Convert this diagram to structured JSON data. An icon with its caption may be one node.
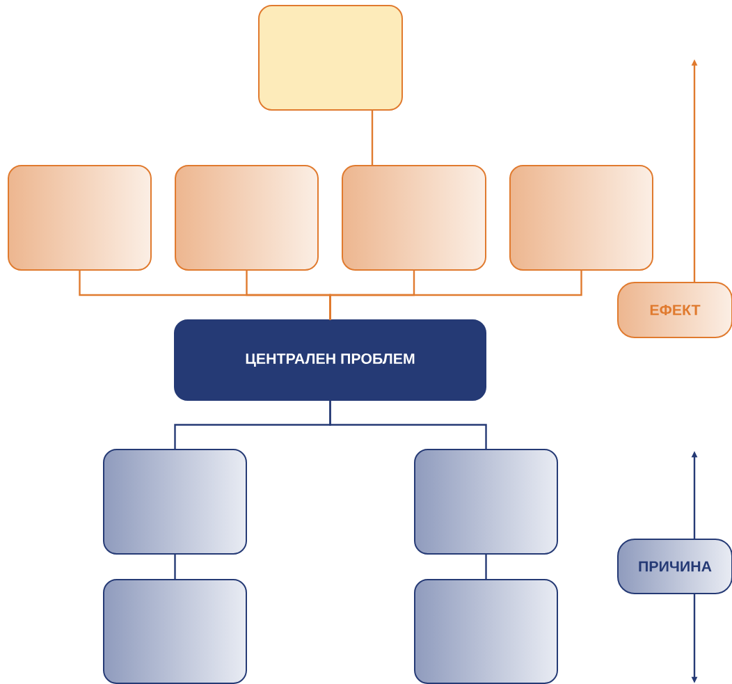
{
  "diagram": {
    "nodes": [
      {
        "text": [],
        "shape": "box"
      },
      {
        "text": [],
        "shape": "box"
      },
      {
        "text": [],
        "shape": "box"
      },
      {
        "text": [],
        "shape": "box"
      },
      {
        "text": [],
        "shape": "box"
      },
      {
        "text": [
          "ЦЕНТРАЛЕН ПРОБЛЕМ"
        ]
      },
      {
        "text": [],
        "shape": "box"
      },
      {
        "text": [],
        "shape": "box"
      },
      {
        "text": [],
        "shape": "box"
      },
      {
        "text": [],
        "shape": "box"
      },
      {
        "text": [
          "ЕФЕКТ"
        ]
      },
      {
        "text": [
          "ПРИЧИНА"
        ]
      }
    ],
    "edges": [
      {
        "from": 0,
        "to": 3,
        "arrow": "none",
        "color": "#e07a2e"
      },
      {
        "from": 1,
        "to": 5,
        "arrow": "none",
        "color": "#e07a2e"
      },
      {
        "from": 2,
        "to": 5,
        "arrow": "none",
        "color": "#e07a2e"
      },
      {
        "from": 3,
        "to": 5,
        "arrow": "none",
        "color": "#e07a2e"
      },
      {
        "from": 4,
        "to": 5,
        "arrow": "none",
        "color": "#e07a2e"
      },
      {
        "from": 5,
        "to": 6,
        "arrow": "none",
        "color": "#253a75"
      },
      {
        "from": 5,
        "to": 7,
        "arrow": "none",
        "color": "#253a75"
      },
      {
        "from": 6,
        "to": 8,
        "arrow": "none",
        "color": "#253a75"
      },
      {
        "from": 7,
        "to": 9,
        "arrow": "none",
        "color": "#253a75"
      },
      {
        "from": 10,
        "to": null,
        "arrow": "to",
        "color": "#e07a2e"
      },
      {
        "from": 11,
        "to": null,
        "arrow": "to",
        "color": "#253a75"
      },
      {
        "from": 11,
        "to": null,
        "arrow": "to",
        "color": "#253a75"
      }
    ]
  }
}
